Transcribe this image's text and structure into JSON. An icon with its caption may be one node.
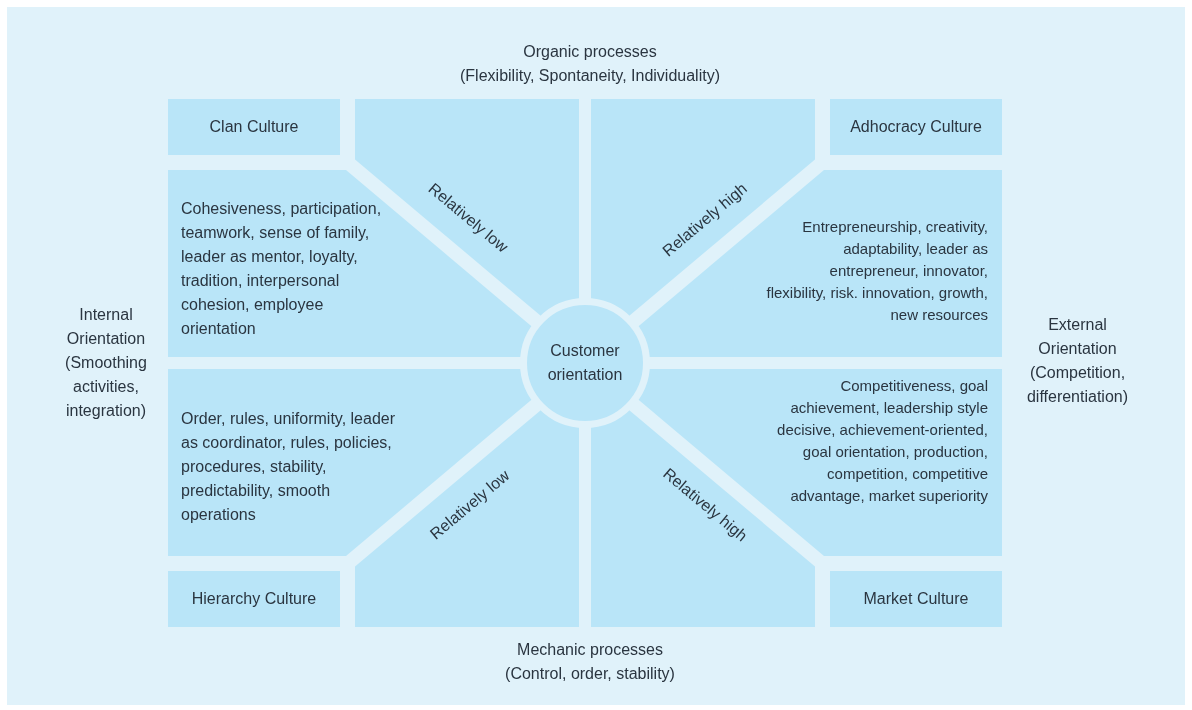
{
  "diagram": {
    "nodes": [
      {
        "text": [
          "Clan Culture"
        ]
      },
      {
        "text": [
          "Relatively low"
        ]
      },
      {
        "text": [
          "Relatively high"
        ]
      },
      {
        "text": [
          "Adhocracy Culture"
        ]
      },
      {
        "text": [
          "Cohesiveness, participation, teamwork, sense of family, leader as mentor, loyalty, tradition, interpersonal cohesion, employee orientation"
        ]
      },
      {
        "text": [
          "Entrepreneurship, creativity, adaptability, leader as entrepreneur, innovator, flexibility, risk. innovation, growth, new resources"
        ]
      },
      {
        "text": [
          "Customer orientation"
        ]
      },
      {
        "text": [
          "Order, rules, uniformity, leader as coordinator, rules, policies, procedures, stability, predictability, smooth operations"
        ]
      },
      {
        "text": [
          "Competitiveness, goal achievement, leadership style decisive, achievement-oriented, goal orientation, production, competition, competitive advantage, market superiority"
        ]
      },
      {
        "text": [
          "Hierarchy Culture"
        ]
      },
      {
        "text": [
          "Relatively low"
        ]
      },
      {
        "text": [
          "Relatively high"
        ]
      },
      {
        "text": [
          "Market Culture"
        ]
      }
    ],
    "labels": [
      "Organic processes",
      "(Flexibility, Spontaneity, Individuality)",
      "Internal Orientation",
      "(Smoothing activities, integration)",
      "External Orientation",
      "(Competition, differentiation)",
      "Mechanic processes",
      "(Control, order, stability)"
    ]
  }
}
